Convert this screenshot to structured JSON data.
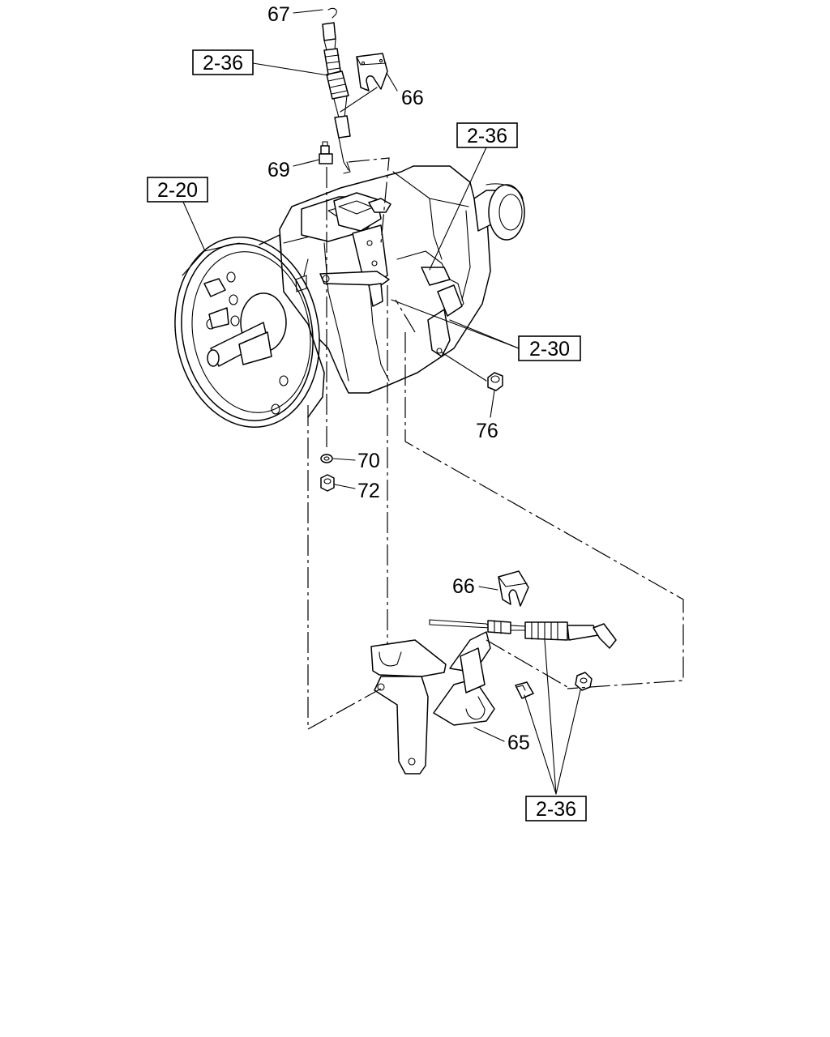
{
  "diagram": {
    "callouts": {
      "c67": "67",
      "c66_top": "66",
      "c69": "69",
      "c70": "70",
      "c72": "72",
      "c76": "76",
      "c66_bottom": "66",
      "c65": "65"
    },
    "refs": {
      "r236_top_left": "2-36",
      "r236_top_right": "2-36",
      "r220": "2-20",
      "r230": "2-30",
      "r236_bottom": "2-36"
    }
  }
}
